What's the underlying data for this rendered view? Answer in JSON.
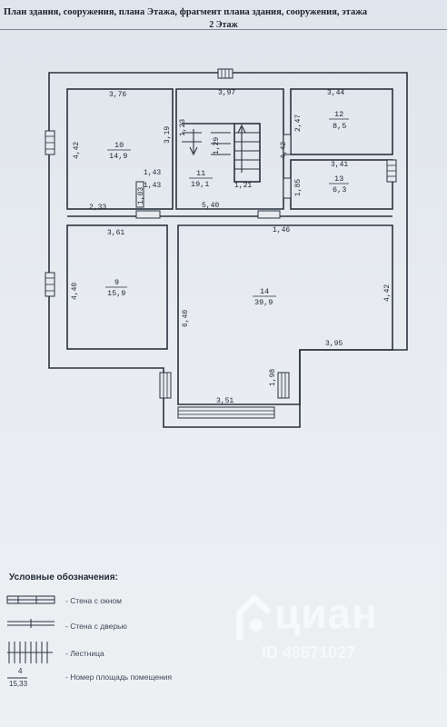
{
  "header": {
    "title": "План здания, сооружения, плана Этажа, фрагмент плана здания, сооружения, этажа",
    "floor": "2 Этаж"
  },
  "plan": {
    "dimensions": {
      "r10_top": "3,76",
      "r11_top": "3,97",
      "r12_top": "3,44",
      "r10_left": "4,42",
      "r10_right": "3,19",
      "stair_a": "1,23",
      "stair_b": "1,29",
      "r12_right": "2,47",
      "r12_left": "4,42",
      "r13_top": "3,41",
      "r10_br1": "1,43",
      "r10_br2": "1,43",
      "r10_br3": "1,03",
      "hall_right": "1,21",
      "r13_left": "1,85",
      "r10_bottom": "2,33",
      "hall_bottom": "5,40",
      "r9_top": "3,61",
      "r14_topright": "1,46",
      "r9_left": "4,40",
      "r14_left": "6,40",
      "r14_right": "4,42",
      "r14_mid": "3,95",
      "bay_side": "1,98",
      "bay_bottom": "3,51"
    },
    "rooms": [
      {
        "number": "10",
        "area": "14,9"
      },
      {
        "number": "11",
        "area": "19,1"
      },
      {
        "number": "12",
        "area": "8,5"
      },
      {
        "number": "13",
        "area": "6,3"
      },
      {
        "number": "9",
        "area": "15,9"
      },
      {
        "number": "14",
        "area": "39,9"
      }
    ]
  },
  "legend": {
    "title": "Условные обозначения:",
    "items": [
      {
        "text": "- Стена с окном"
      },
      {
        "text": "- Стена с дверью"
      },
      {
        "text": "- Лестница"
      },
      {
        "text": "- Номер площадь помещения"
      }
    ],
    "sample_number": "4",
    "sample_area": "15,33"
  },
  "watermark": {
    "brand": "циан",
    "id_text": "ID 48671027"
  }
}
